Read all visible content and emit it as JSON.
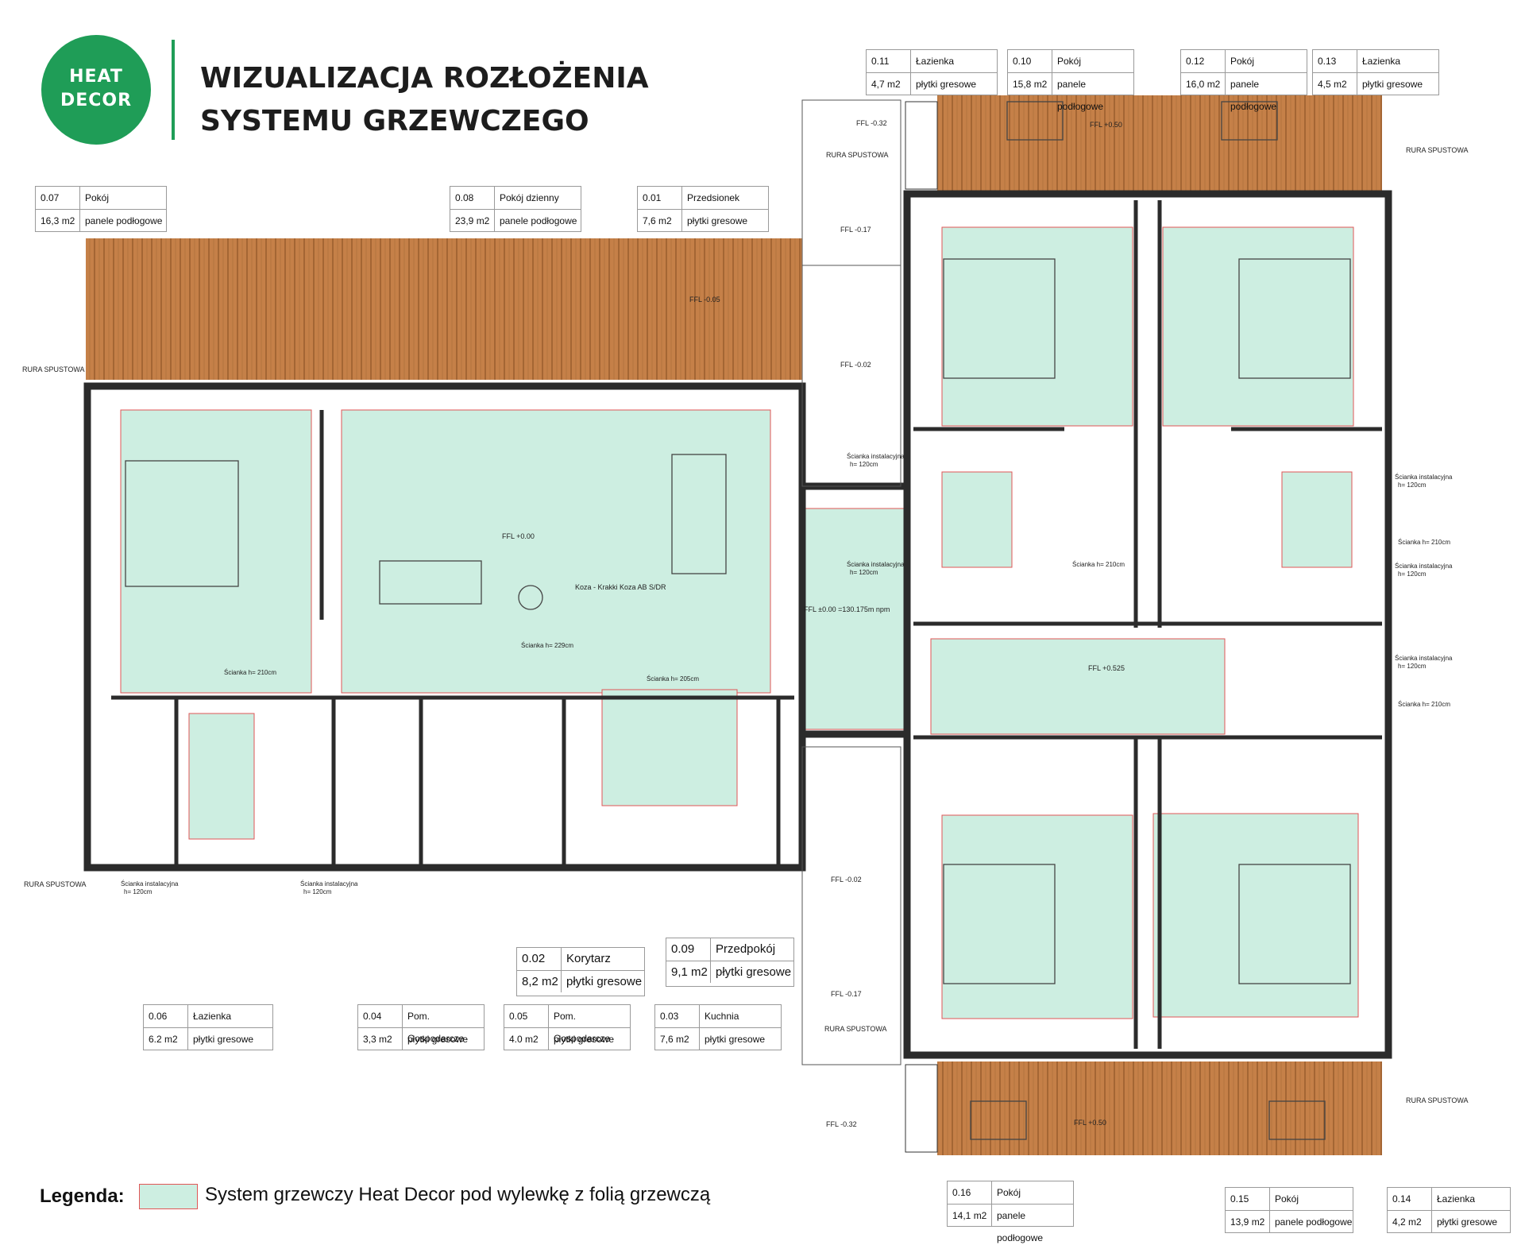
{
  "header": {
    "title_line1": "WIZUALIZACJA ROZŁOŻENIA",
    "title_line2": "SYSTEMU GRZEWCZEGO",
    "logo_top": "HEAT",
    "logo_bottom": "DECOR"
  },
  "rooms": [
    {
      "num": "0.07",
      "name": "Pokój",
      "area": "16,3 m2",
      "floor": "panele podłogowe"
    },
    {
      "num": "0.08",
      "name": "Pokój dzienny",
      "area": "23,9 m2",
      "floor": "panele podłogowe"
    },
    {
      "num": "0.01",
      "name": "Przedsionek",
      "area": "7,6 m2",
      "floor": "płytki gresowe"
    },
    {
      "num": "0.11",
      "name": "Łazienka",
      "area": "4,7 m2",
      "floor": "płytki gresowe"
    },
    {
      "num": "0.10",
      "name": "Pokój",
      "area": "15,8 m2",
      "floor": "panele podłogowe"
    },
    {
      "num": "0.12",
      "name": "Pokój",
      "area": "16,0 m2",
      "floor": "panele podłogowe"
    },
    {
      "num": "0.13",
      "name": "Łazienka",
      "area": "4,5 m2",
      "floor": "płytki gresowe"
    },
    {
      "num": "0.06",
      "name": "Łazienka",
      "area": "6.2 m2",
      "floor": "płytki gresowe"
    },
    {
      "num": "0.04",
      "name": "Pom. Gospodarcze",
      "area": "3,3 m2",
      "floor": "płytki gresowe"
    },
    {
      "num": "0.05",
      "name": "Pom. Gospodarcze",
      "area": "4.0 m2",
      "floor": "płytki gresowe"
    },
    {
      "num": "0.03",
      "name": "Kuchnia",
      "area": "7,6 m2",
      "floor": "płytki gresowe"
    },
    {
      "num": "0.02",
      "name": "Korytarz",
      "area": "8,2 m2",
      "floor": "płytki gresowe"
    },
    {
      "num": "0.09",
      "name": "Przedpokój",
      "area": "9,1 m2",
      "floor": "płytki gresowe"
    },
    {
      "num": "0.16",
      "name": "Pokój",
      "area": "14,1 m2",
      "floor": "panele podłogowe"
    },
    {
      "num": "0.15",
      "name": "Pokój",
      "area": "13,9 m2",
      "floor": "panele podłogowe"
    },
    {
      "num": "0.14",
      "name": "Łazienka",
      "area": "4,2 m2",
      "floor": "płytki gresowe"
    }
  ],
  "notes": {
    "rura": "RURA SPUSTOWA",
    "ffl_m005": "FFL -0.05",
    "ffl_m032": "FFL -0.32",
    "ffl_050": "FFL +0.50",
    "ffl_m017": "FFL -0.17",
    "ffl_m002": "FFL -0.02",
    "ffl_000": "FFL +0.00",
    "ffl_000b": "FFL ±0.00 =130.175m npm",
    "ffl_0525": "FFL +0.525",
    "koza": "Koza - Krakki Koza AB S/DR",
    "scianka_inst": "Ścianka instalacyjna",
    "h120": "h= 120cm",
    "scianka_210": "Ścianka h= 210cm",
    "scianka_229": "Ścianka h= 229cm",
    "scianka_205": "Ścianka h= 205cm"
  },
  "legend": {
    "title": "Legenda:",
    "text": "System grzewczy Heat Decor pod wylewkę z folią grzewczą"
  },
  "colors": {
    "brand": "#1f9d57",
    "heating": "#cdeee1",
    "heating_border": "#e05656",
    "deck": "#c17a43",
    "wall": "#2b2b2b"
  }
}
